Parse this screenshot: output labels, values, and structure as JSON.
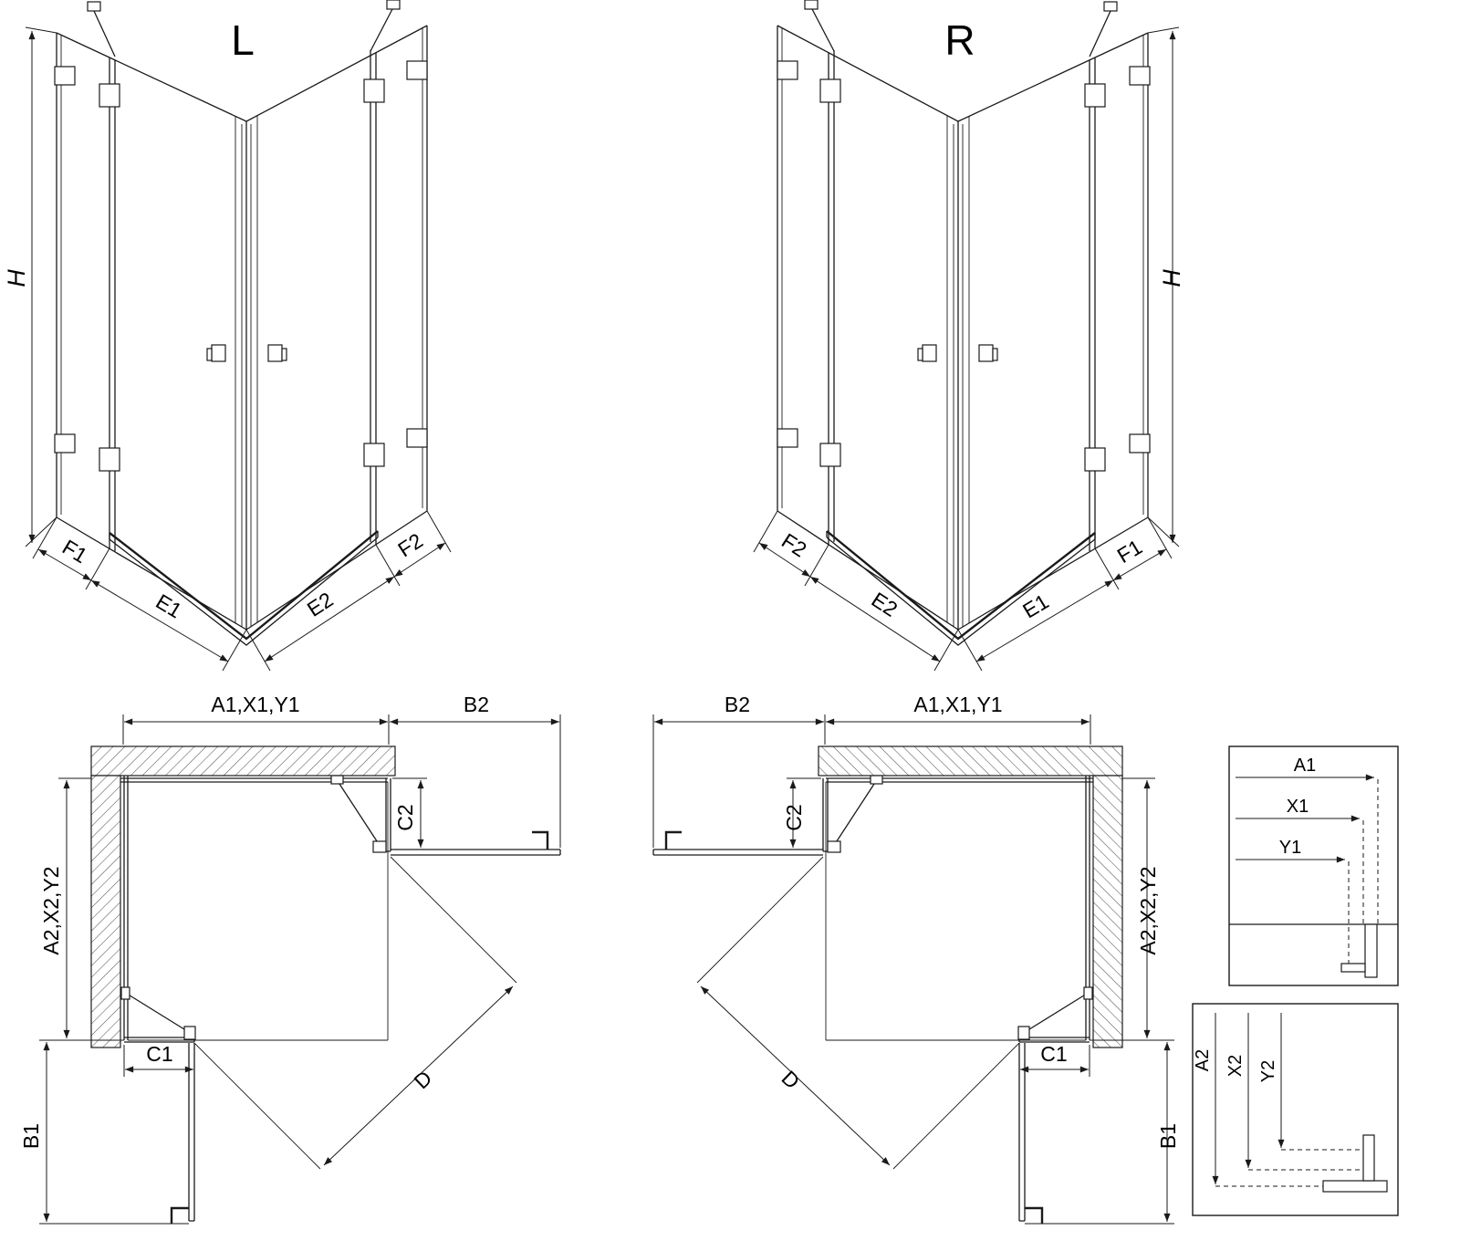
{
  "perspective_left": {
    "variant": "L",
    "height": "H",
    "f1": "F1",
    "e1": "E1",
    "e2": "E2",
    "f2": "F2"
  },
  "perspective_right": {
    "variant": "R",
    "height": "H",
    "f1": "F1",
    "e1": "E1",
    "e2": "E2",
    "f2": "F2"
  },
  "plan_left": {
    "width_top": "A1,X1,Y1",
    "door_top": "B2",
    "fixed_side": "C2",
    "depth_side": "A2,X2,Y2",
    "fixed_bottom": "C1",
    "door_bottom": "B1",
    "diagonal": "D"
  },
  "plan_right": {
    "width_top": "A1,X1,Y1",
    "door_top": "B2",
    "fixed_side": "C2",
    "depth_side": "A2,X2,Y2",
    "fixed_bottom": "C1",
    "door_bottom": "B1",
    "diagonal": "D"
  },
  "detail_widths": {
    "a1": "A1",
    "x1": "X1",
    "y1": "Y1"
  },
  "detail_depths": {
    "a2": "A2",
    "x2": "X2",
    "y2": "Y2"
  }
}
